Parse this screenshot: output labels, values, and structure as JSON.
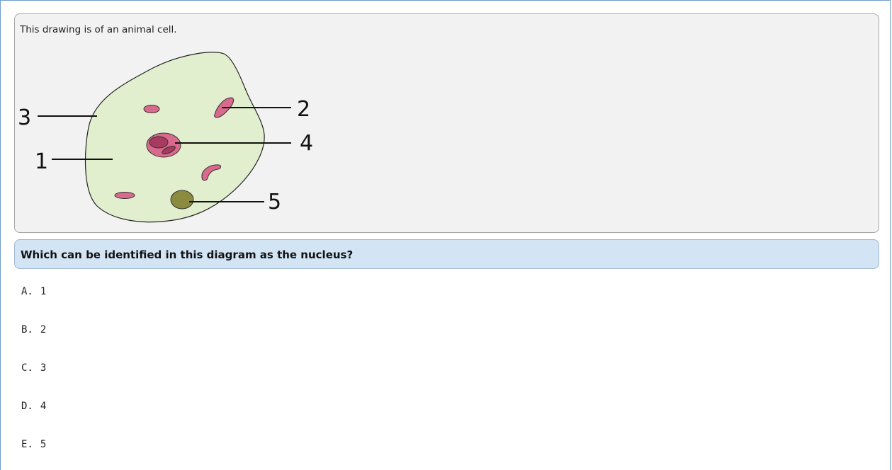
{
  "stimulus": {
    "description": "This drawing is of an animal cell.",
    "labels": [
      "1",
      "2",
      "3",
      "4",
      "5"
    ],
    "colors": {
      "cytoplasm": "#e2efcf",
      "organelle": "#d96a8d",
      "nucleus_inner": "#a93a5f",
      "green_organelle": "#8c8a3e"
    }
  },
  "question": {
    "prompt": "Which can be identified in this diagram as the nucleus?"
  },
  "choices": [
    {
      "letter": "A.",
      "text": "1"
    },
    {
      "letter": "B.",
      "text": "2"
    },
    {
      "letter": "C.",
      "text": "3"
    },
    {
      "letter": "D.",
      "text": "4"
    },
    {
      "letter": "E.",
      "text": "5"
    }
  ]
}
